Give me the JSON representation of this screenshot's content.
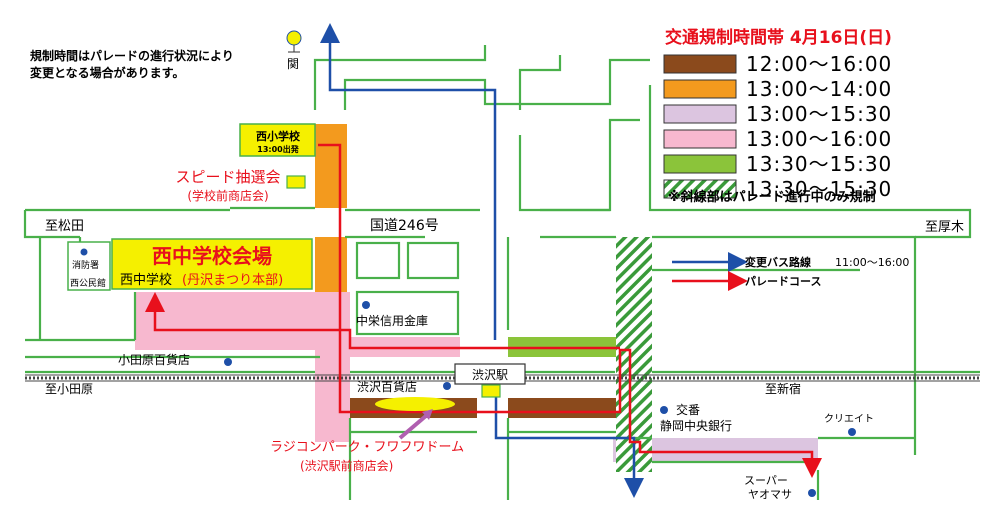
{
  "notice": {
    "line1": "規制時間はパレードの進行状況により",
    "line2": "変更となる場合があります。"
  },
  "legend": {
    "title": "交通規制時間帯 4月16日(日)",
    "items": [
      {
        "time": "12:00〜16:00",
        "color": "#8b4a1c",
        "pattern": "solid"
      },
      {
        "time": "13:00〜14:00",
        "color": "#f39a1e",
        "pattern": "solid"
      },
      {
        "time": "13:00〜15:30",
        "color": "#dcc5e0",
        "pattern": "solid"
      },
      {
        "time": "13:00〜16:00",
        "color": "#f7b8cf",
        "pattern": "solid"
      },
      {
        "time": "13:30〜15:30",
        "color": "#8bc43a",
        "pattern": "solid"
      },
      {
        "time": "13:30〜15:30",
        "color": "#3a9a3a",
        "pattern": "hatched"
      }
    ],
    "note": "※斜線部はパレード進行中のみ規制"
  },
  "route_legend": {
    "bus_label": "変更バス路線",
    "bus_time": "11:00〜16:00",
    "parade_label": "パレードコース",
    "bus_color": "#1e4fa8",
    "parade_color": "#e8101c"
  },
  "labels": {
    "seki": "関",
    "nishi_elem": "西小学校",
    "nishi_elem_start": "13:00出発",
    "speed_lottery": "スピード抽選会",
    "speed_lottery_sub": "(学校前商店会)",
    "to_matsuda": "至松田",
    "route246": "国道246号",
    "to_atsugi": "至厚木",
    "venue_title": "西中学校会場",
    "venue_sub_a": "西中学校",
    "venue_sub_b": "(丹沢まつり本部)",
    "fire_station": "消防署",
    "public_hall": "西公民館",
    "chuei_bank": "中栄信用金庫",
    "odawara_dept": "小田原百貨店",
    "to_odawara": "至小田原",
    "shibusawa_station": "渋沢駅",
    "shibusawa_dept": "渋沢百貨店",
    "to_shinjuku": "至新宿",
    "police_box": "交番",
    "shizuoka_bank": "静岡中央銀行",
    "create": "クリエイト",
    "radicon_park": "ラジコンパーク・フワフワドーム",
    "radicon_sub": "(渋沢駅前商店会)",
    "supermarket_a": "スーパー",
    "supermarket_b": "ヤオマサ"
  },
  "colors": {
    "road_outline": "#49b04a",
    "bus": "#1e4fa8",
    "parade": "#e8101c",
    "building_fill": "#f5f000",
    "poi_dot": "#1e4fa8"
  }
}
